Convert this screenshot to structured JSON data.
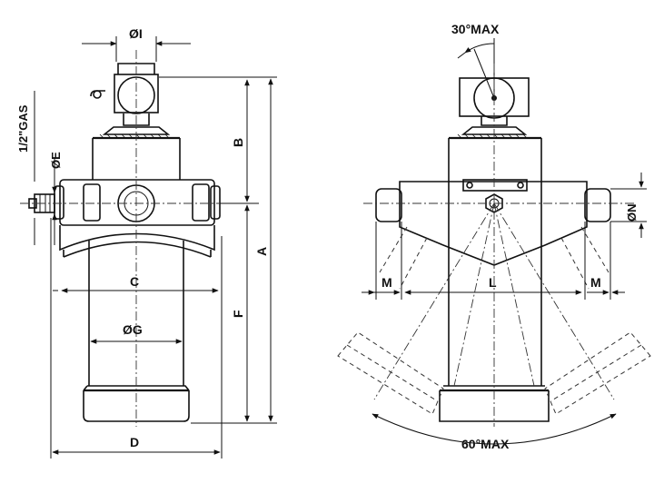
{
  "labels": {
    "i_dia": "ØI",
    "gas": "1/2\"GAS",
    "e_dia": "ØE",
    "b": "B",
    "a": "A",
    "c": "C",
    "f": "F",
    "g_dia": "ØG",
    "d": "D",
    "tilt_30": "30°MAX",
    "n_dia": "ØN",
    "m_left": "M",
    "l": "L",
    "m_right": "M",
    "swing_60": "60°MAX"
  }
}
